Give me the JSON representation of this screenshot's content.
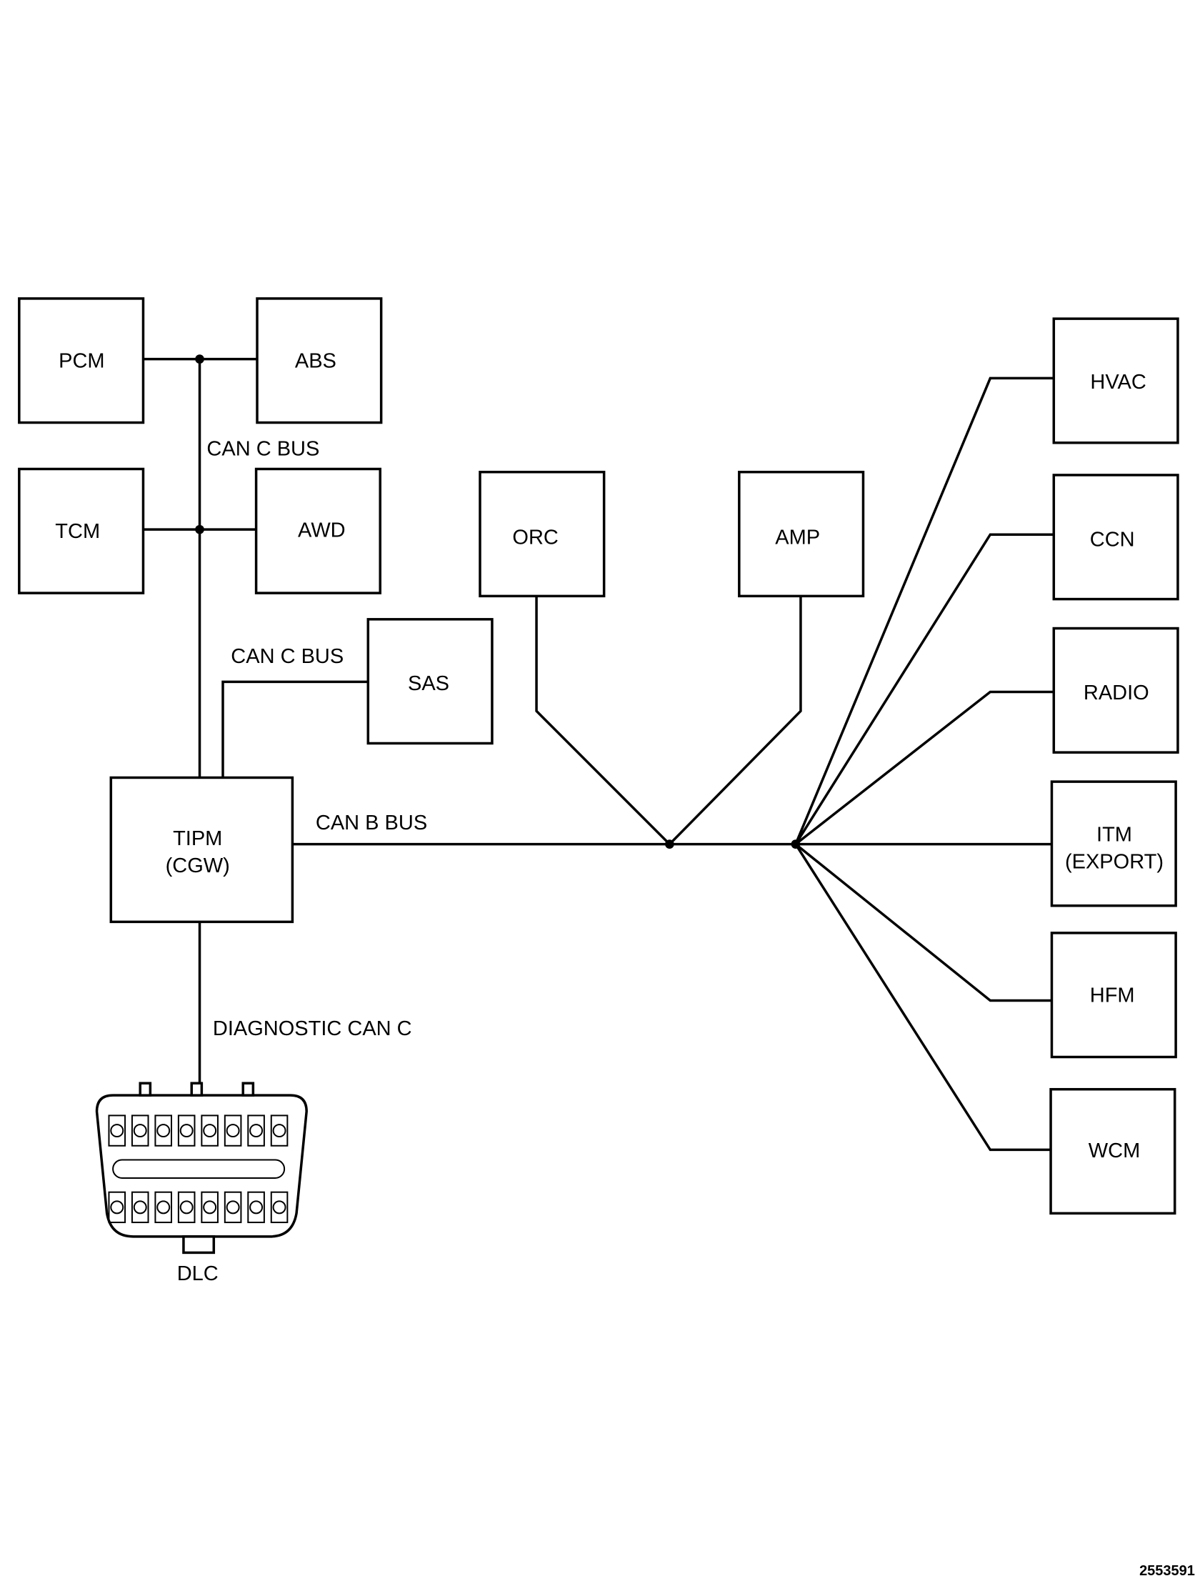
{
  "modules": {
    "pcm": "PCM",
    "abs": "ABS",
    "tcm": "TCM",
    "awd": "AWD",
    "sas": "SAS",
    "tipm": [
      "TIPM",
      "(CGW)"
    ],
    "orc": "ORC",
    "amp": "AMP",
    "hvac": "HVAC",
    "ccn": "CCN",
    "radio": "RADIO",
    "itm": [
      "ITM",
      "(EXPORT)"
    ],
    "hfm": "HFM",
    "wcm": "WCM",
    "dlc": "DLC"
  },
  "buses": {
    "can_c_upper": "CAN C BUS",
    "can_c_sas": "CAN C BUS",
    "can_b": "CAN B BUS",
    "diagnostic": "DIAGNOSTIC CAN C"
  },
  "connections": [
    {
      "bus": "CAN C BUS",
      "from": "TIPM",
      "to": [
        "PCM",
        "ABS",
        "TCM",
        "AWD"
      ]
    },
    {
      "bus": "CAN C BUS",
      "from": "TIPM",
      "to": [
        "SAS"
      ]
    },
    {
      "bus": "CAN B BUS",
      "from": "TIPM",
      "to": [
        "ORC",
        "AMP",
        "HVAC",
        "CCN",
        "RADIO",
        "ITM",
        "HFM",
        "WCM"
      ]
    },
    {
      "bus": "DIAGNOSTIC CAN C",
      "from": "TIPM",
      "to": [
        "DLC"
      ]
    }
  ],
  "figure_id": "2553591"
}
